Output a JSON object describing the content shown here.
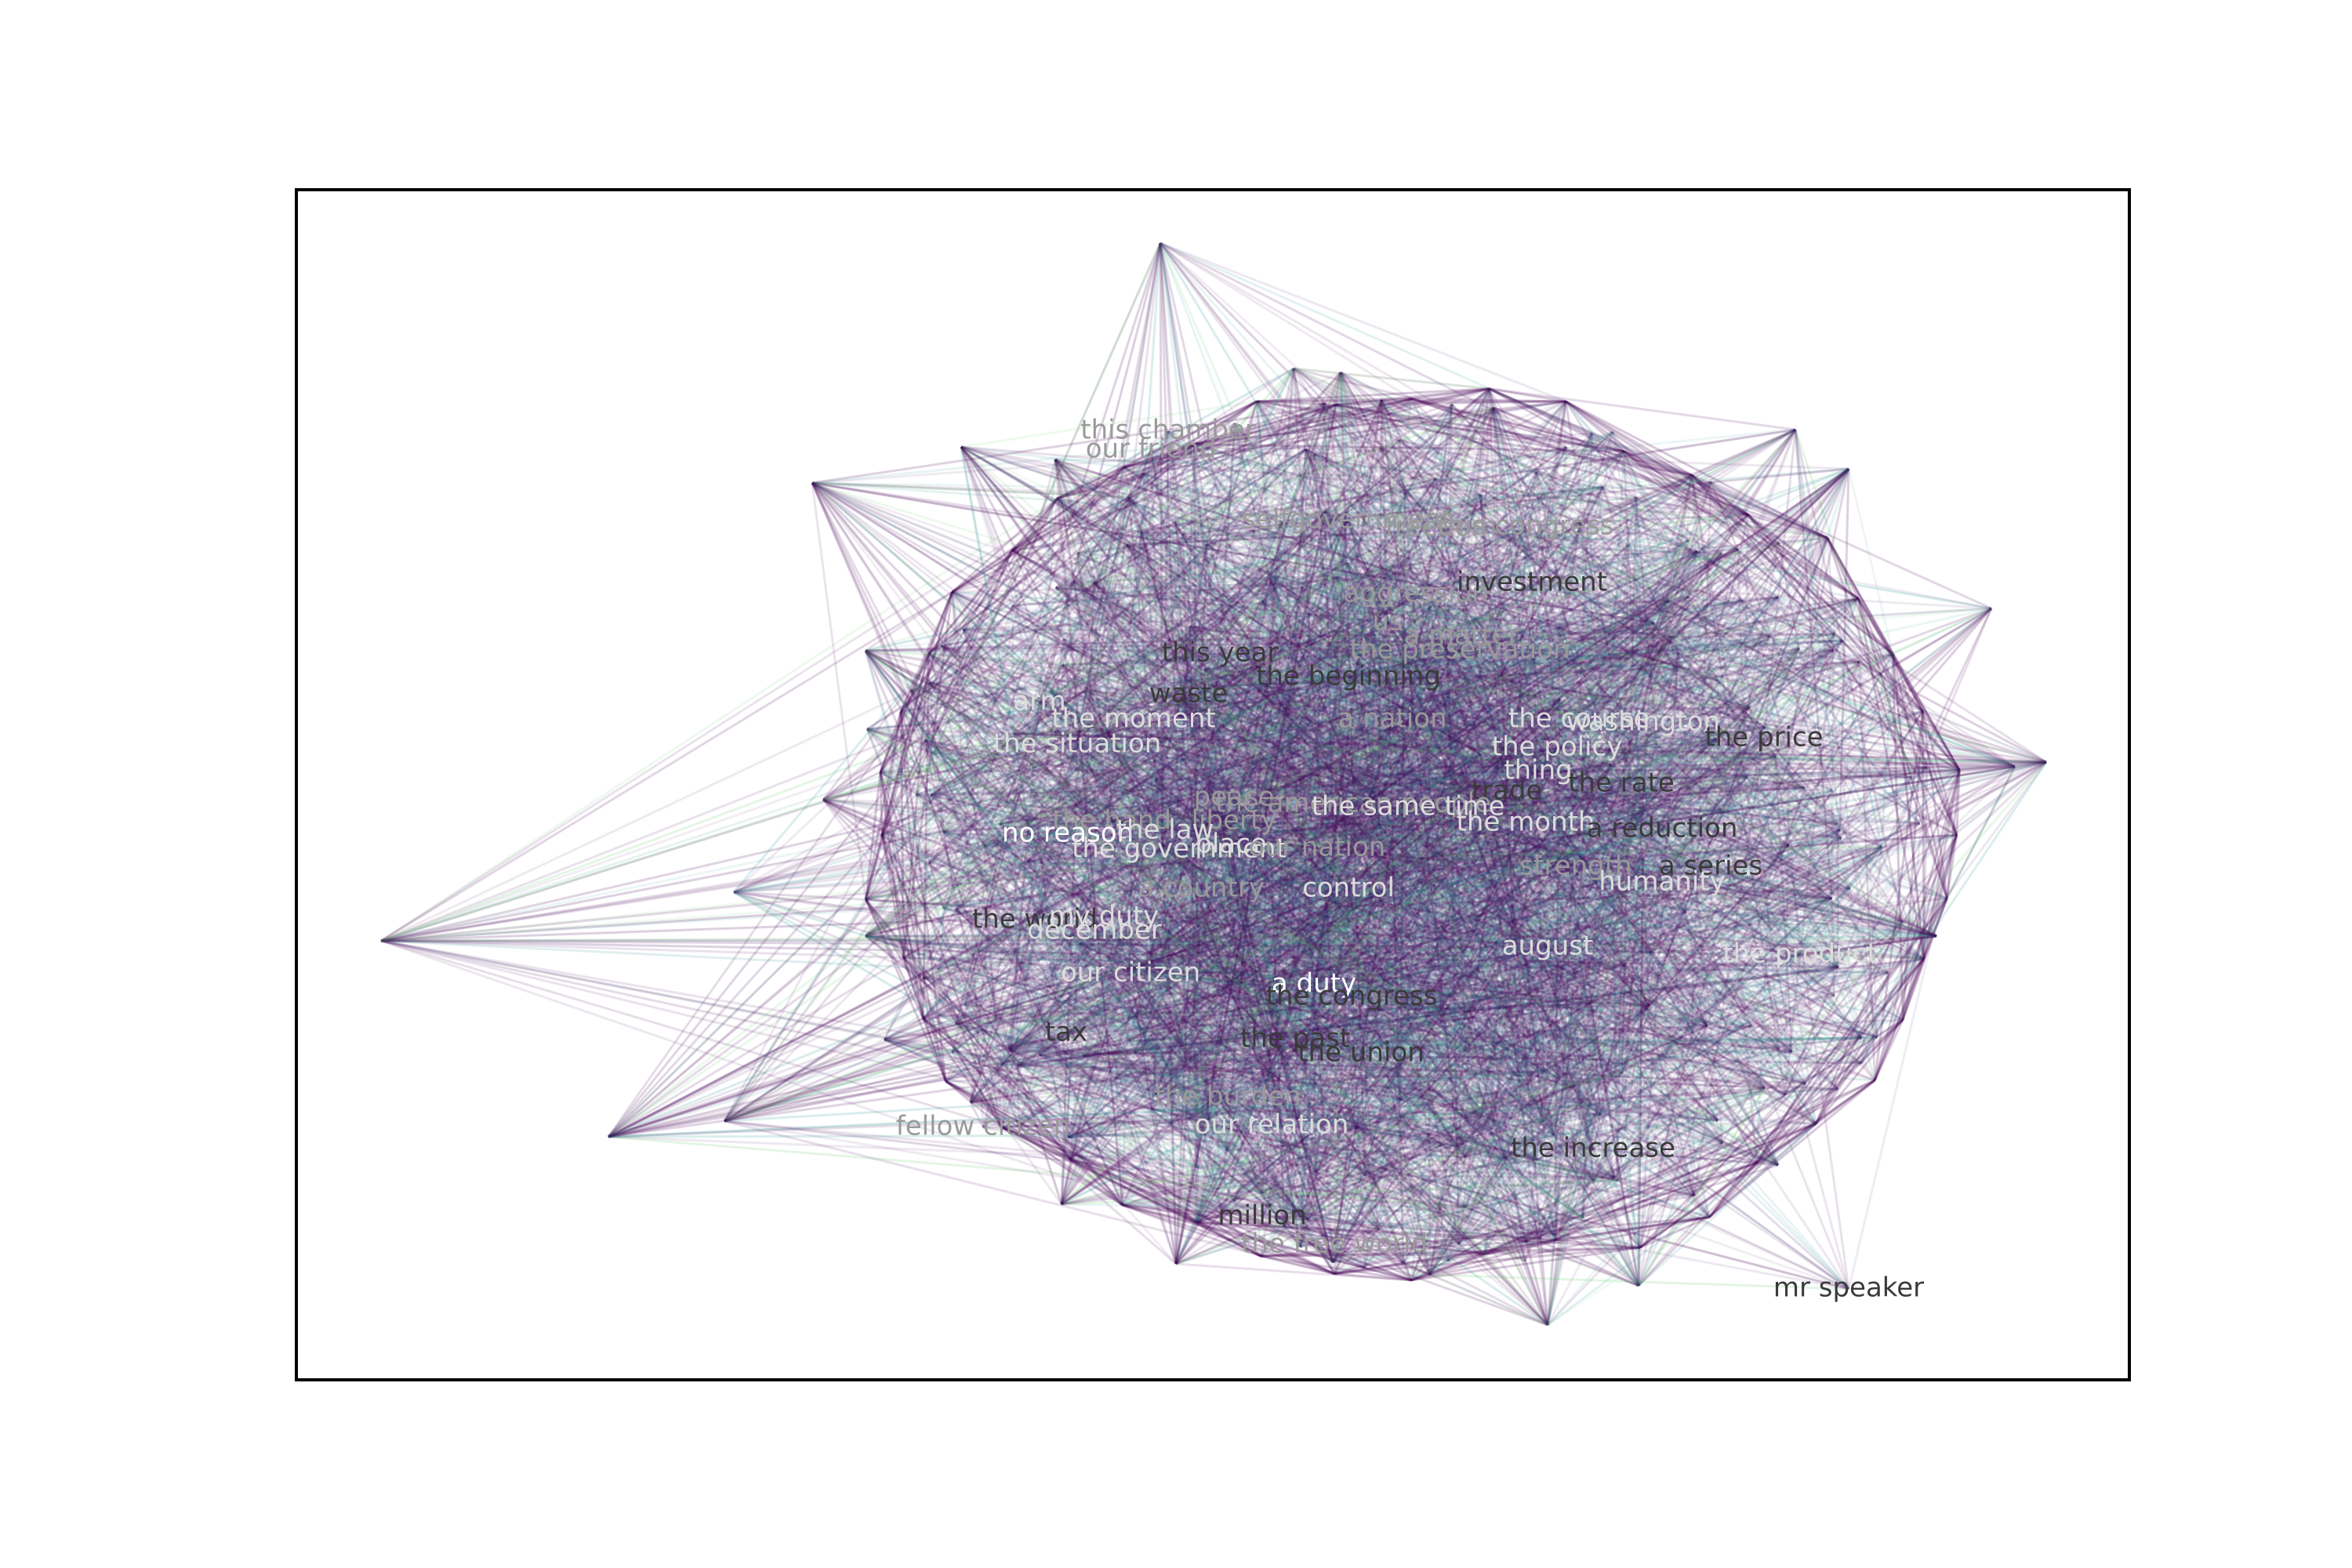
{
  "diagram": {
    "type": "network-graph",
    "edge_colormap": [
      "#440154",
      "#3b528b",
      "#21918c",
      "#5ec962"
    ],
    "label_colors": {
      "bright": "#ffffff",
      "light": "#dcdcdc",
      "mid": "#9a9a9a",
      "dark": "#3a3a3a"
    },
    "nodes": [
      {
        "id": "this_chamber",
        "label": "this chamber",
        "tone": "mid"
      },
      {
        "id": "our_friend",
        "label": "our friend",
        "tone": "mid"
      },
      {
        "id": "selfgovernment",
        "label": "selfgovernment",
        "tone": "mid"
      },
      {
        "id": "freedom",
        "label": "freedom",
        "tone": "mid"
      },
      {
        "id": "this_congress",
        "label": "this congress",
        "tone": "mid"
      },
      {
        "id": "aggression",
        "label": "aggression",
        "tone": "mid"
      },
      {
        "id": "investment",
        "label": "investment",
        "tone": "dark"
      },
      {
        "id": "us",
        "label": "us",
        "tone": "mid"
      },
      {
        "id": "a_matter",
        "label": "a matter",
        "tone": "mid"
      },
      {
        "id": "this_year",
        "label": "this year",
        "tone": "dark"
      },
      {
        "id": "the_preservation",
        "label": "the preservation",
        "tone": "mid"
      },
      {
        "id": "the_beginning",
        "label": "the beginning",
        "tone": "dark"
      },
      {
        "id": "arm",
        "label": "arm",
        "tone": "light"
      },
      {
        "id": "waste",
        "label": "waste",
        "tone": "dark"
      },
      {
        "id": "the_moment",
        "label": "the moment",
        "tone": "light"
      },
      {
        "id": "a_nation",
        "label": "a nation",
        "tone": "mid"
      },
      {
        "id": "the_course",
        "label": "the course",
        "tone": "light"
      },
      {
        "id": "washington",
        "label": "washington",
        "tone": "light"
      },
      {
        "id": "the_situation",
        "label": "the situation",
        "tone": "light"
      },
      {
        "id": "the_policy",
        "label": "the policy",
        "tone": "light"
      },
      {
        "id": "the_price",
        "label": "the price",
        "tone": "dark"
      },
      {
        "id": "thing",
        "label": "thing",
        "tone": "light"
      },
      {
        "id": "the_rate",
        "label": "the rate",
        "tone": "dark"
      },
      {
        "id": "trade",
        "label": "trade",
        "tone": "dark"
      },
      {
        "id": "peace",
        "label": "peace",
        "tone": "mid"
      },
      {
        "id": "the_american_people",
        "label": "the american people",
        "tone": "mid"
      },
      {
        "id": "the_same_time",
        "label": "the same time",
        "tone": "light"
      },
      {
        "id": "the_hand",
        "label": "the hand",
        "tone": "mid"
      },
      {
        "id": "liberty",
        "label": "liberty",
        "tone": "mid"
      },
      {
        "id": "the_month",
        "label": "the month",
        "tone": "light"
      },
      {
        "id": "a_reduction",
        "label": "a reduction",
        "tone": "dark"
      },
      {
        "id": "no_reason",
        "label": "no reason",
        "tone": "bright"
      },
      {
        "id": "the_law",
        "label": "the law",
        "tone": "light"
      },
      {
        "id": "the_government",
        "label": "the government",
        "tone": "light"
      },
      {
        "id": "place",
        "label": "place",
        "tone": "light"
      },
      {
        "id": "our_nation",
        "label": "our nation",
        "tone": "mid"
      },
      {
        "id": "strength",
        "label": "strength",
        "tone": "mid"
      },
      {
        "id": "a_series",
        "label": "a series",
        "tone": "dark"
      },
      {
        "id": "a_country",
        "label": "a country",
        "tone": "mid"
      },
      {
        "id": "control",
        "label": "control",
        "tone": "light"
      },
      {
        "id": "humanity",
        "label": "humanity",
        "tone": "light"
      },
      {
        "id": "the_world",
        "label": "the world",
        "tone": "dark"
      },
      {
        "id": "my_duty",
        "label": "my duty",
        "tone": "light"
      },
      {
        "id": "december",
        "label": "december",
        "tone": "light"
      },
      {
        "id": "august",
        "label": "august",
        "tone": "light"
      },
      {
        "id": "the_product",
        "label": "the product",
        "tone": "light"
      },
      {
        "id": "our_citizen",
        "label": "our citizen",
        "tone": "light"
      },
      {
        "id": "a_duty",
        "label": "a duty",
        "tone": "bright"
      },
      {
        "id": "the_congress",
        "label": "the congress",
        "tone": "dark"
      },
      {
        "id": "tax",
        "label": "tax",
        "tone": "dark"
      },
      {
        "id": "the_past",
        "label": "the past",
        "tone": "dark"
      },
      {
        "id": "the_union",
        "label": "the union",
        "tone": "dark"
      },
      {
        "id": "the_burden",
        "label": "the burden",
        "tone": "mid"
      },
      {
        "id": "fellow_citizen",
        "label": "fellow citizen",
        "tone": "mid"
      },
      {
        "id": "our_relation",
        "label": "our relation",
        "tone": "light"
      },
      {
        "id": "the_increase",
        "label": "the increase",
        "tone": "dark"
      },
      {
        "id": "million",
        "label": "million",
        "tone": "dark"
      },
      {
        "id": "the_free_world",
        "label": "the free world",
        "tone": "mid"
      },
      {
        "id": "mr_speaker",
        "label": "mr speaker",
        "tone": "dark"
      }
    ]
  }
}
